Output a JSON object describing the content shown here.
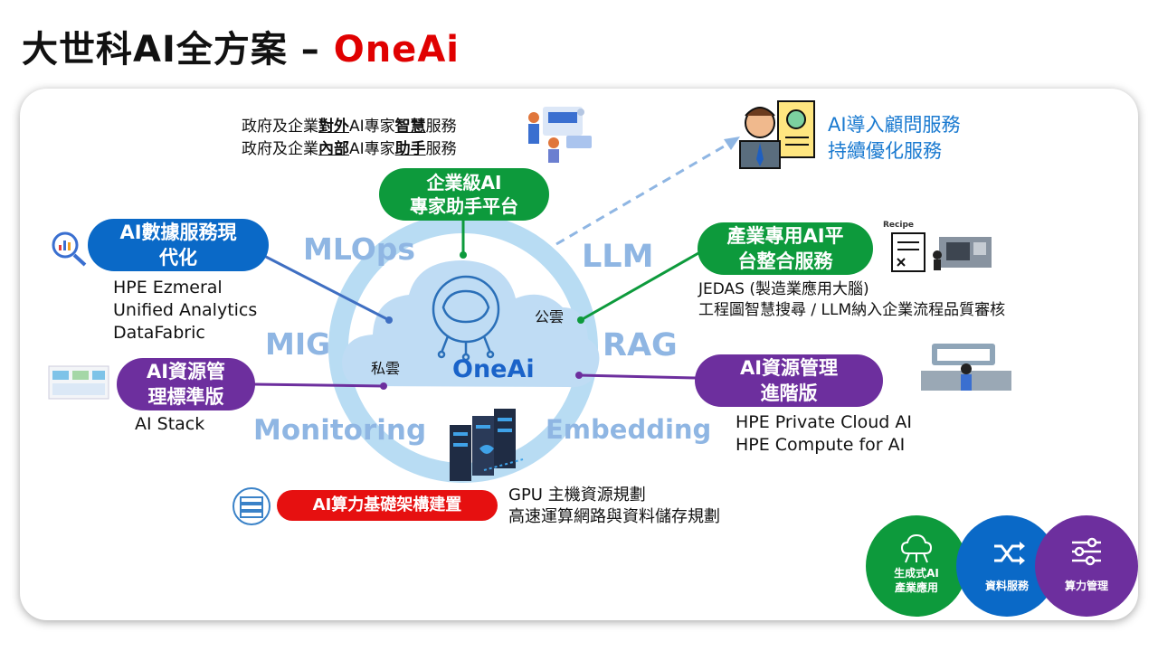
{
  "title": {
    "main": "大世科AI全方案 –",
    "brand": "OneAi"
  },
  "center": {
    "brand": "OneAi",
    "public_cloud": "公雲",
    "private_cloud": "私雲"
  },
  "ring_labels": [
    "MLOps",
    "LLM",
    "MIG",
    "RAG",
    "Monitoring",
    "Embedding"
  ],
  "top": {
    "lines": [
      [
        "政府及企業",
        "對外",
        "AI專家",
        "智慧",
        "服務"
      ],
      [
        "政府及企業",
        "內部",
        "AI專家",
        "助手",
        "服務"
      ]
    ],
    "pill": [
      "企業級AI",
      "專家助手平台"
    ]
  },
  "consult": {
    "lines": [
      "AI導入顧問服務",
      "持續優化服務"
    ]
  },
  "data_mod": {
    "pill": [
      "AI數據服務現",
      "代化"
    ],
    "items": [
      "HPE Ezmeral",
      "Unified Analytics",
      "DataFabric"
    ]
  },
  "industry": {
    "pill": [
      "產業專用AI平",
      "台整合服務"
    ],
    "items": [
      "JEDAS (製造業應用大腦)",
      "工程圖智慧搜尋 /  LLM納入企業流程品質審核"
    ],
    "recipe_label": "Recipe"
  },
  "res_std": {
    "pill": [
      "AI資源管",
      "理標準版"
    ],
    "items": [
      "AI Stack"
    ]
  },
  "res_adv": {
    "pill": [
      "AI資源管理",
      "進階版"
    ],
    "items": [
      "HPE Private Cloud AI",
      "HPE Compute for AI"
    ]
  },
  "infra": {
    "pill": "AI算力基礎架構建置",
    "items": [
      "GPU 主機資源規劃",
      "高速運算網路與資料儲存規劃"
    ]
  },
  "bottom_buttons": [
    {
      "label": [
        "生成式AI",
        "產業應用"
      ],
      "color": "#0d9a3c",
      "icon": "cloud-network-icon"
    },
    {
      "label": [
        "資料服務"
      ],
      "color": "#0a69c7",
      "icon": "shuffle-icon"
    },
    {
      "label": [
        "算力管理"
      ],
      "color": "#6d2f9e",
      "icon": "sliders-icon"
    }
  ]
}
